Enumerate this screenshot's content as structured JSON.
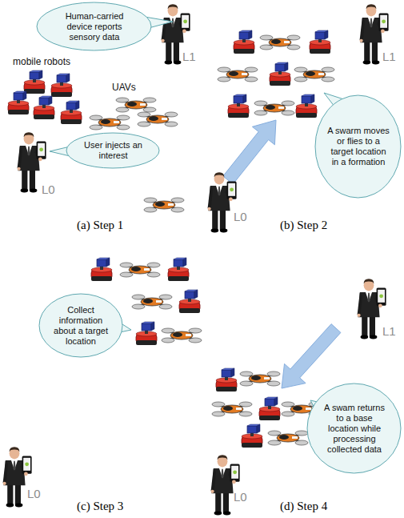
{
  "diagram": {
    "nodes": [
      {
        "text": [
          "Human-carried device reports sensory data"
        ]
      },
      {
        "text": [
          "User injects an interest"
        ]
      },
      {
        "text": [
          "A swarm moves or flies to a target location in a formation"
        ]
      },
      {
        "text": [
          "Collect information about a target location"
        ]
      },
      {
        "text": [
          "A swam returns to a base location while processing collected data"
        ]
      }
    ],
    "labels": [
      "L1",
      "mobile robots",
      "UAVs",
      "L0",
      "(a) Step 1",
      "L1",
      "L0",
      "(b) Step 2",
      "L0",
      "(c) Step 3",
      "L1",
      "L0",
      "(d) Step 4"
    ]
  }
}
